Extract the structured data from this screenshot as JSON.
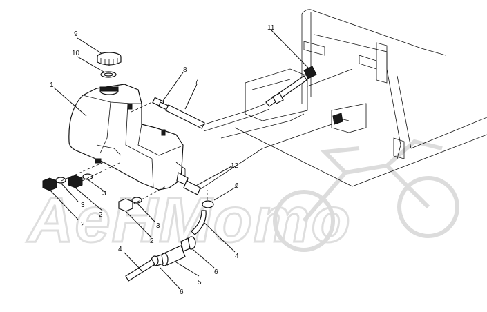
{
  "watermark": {
    "text": "AeHMoтo",
    "color": "#dedede"
  },
  "callouts": [
    {
      "id": "c1",
      "label": "1"
    },
    {
      "id": "c2a",
      "label": "2"
    },
    {
      "id": "c2b",
      "label": "2"
    },
    {
      "id": "c3a",
      "label": "3"
    },
    {
      "id": "c3b",
      "label": "3"
    },
    {
      "id": "c3c",
      "label": "3"
    },
    {
      "id": "c2c",
      "label": "2"
    },
    {
      "id": "c4a",
      "label": "4"
    },
    {
      "id": "c4b",
      "label": "4"
    },
    {
      "id": "c5",
      "label": "5"
    },
    {
      "id": "c6a",
      "label": "6"
    },
    {
      "id": "c6b",
      "label": "6"
    },
    {
      "id": "c6c",
      "label": "6"
    },
    {
      "id": "c7",
      "label": "7"
    },
    {
      "id": "c8",
      "label": "8"
    },
    {
      "id": "c9",
      "label": "9"
    },
    {
      "id": "c10",
      "label": "10"
    },
    {
      "id": "c11",
      "label": "11"
    },
    {
      "id": "c12",
      "label": "12"
    }
  ]
}
